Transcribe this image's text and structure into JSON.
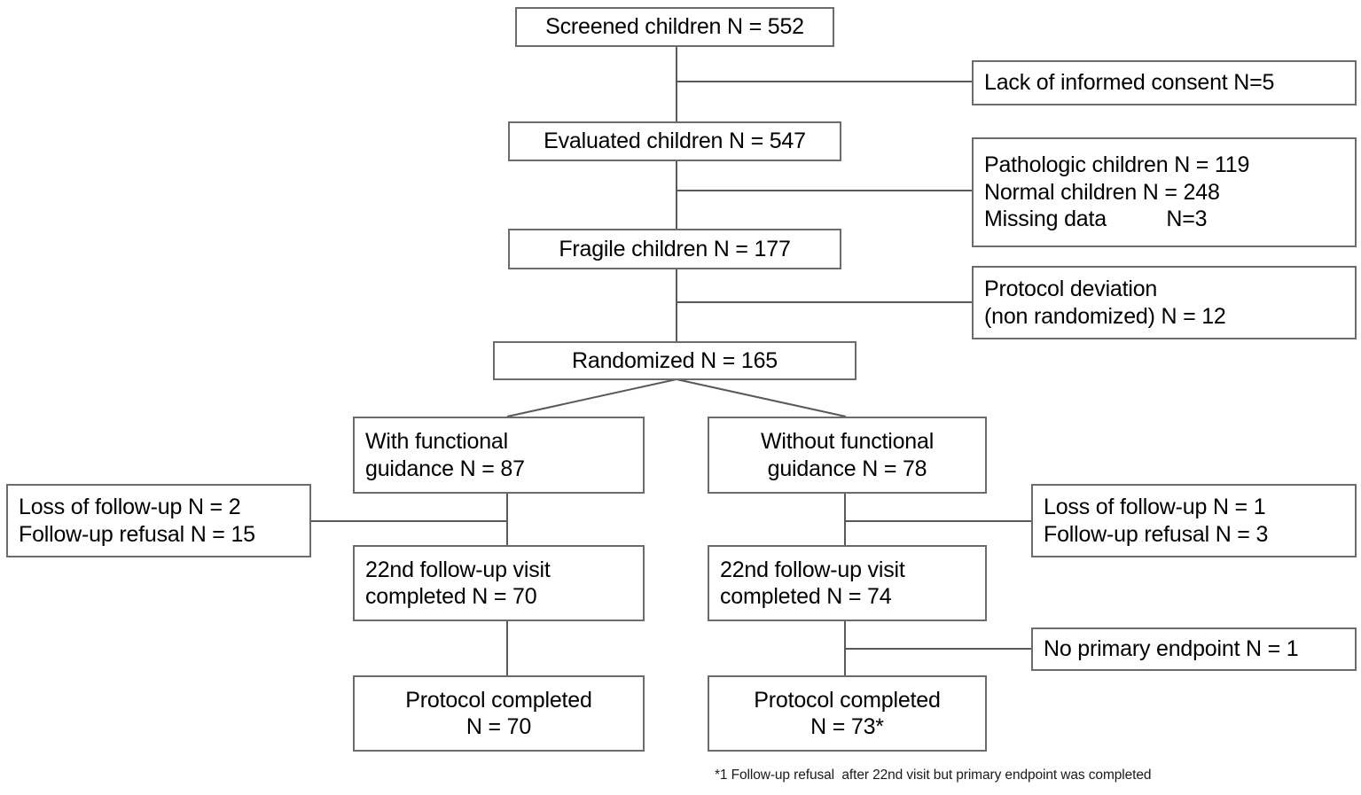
{
  "diagram": {
    "title": "CONSORT participant flow diagram",
    "stroke_color": "#595959",
    "box_border_color": "#6b6b6b",
    "background_color": "#ffffff",
    "text_color": "#000000"
  },
  "nodes": {
    "screened": {
      "line1": "Screened children N = 552"
    },
    "lack_consent": {
      "line1": "Lack of informed consent N=5"
    },
    "evaluated": {
      "line1": "Evaluated children N = 547"
    },
    "excluded": {
      "line1": "Pathologic children N = 119",
      "line2": "Normal children N = 248",
      "line3": "Missing data          N=3"
    },
    "fragile": {
      "line1": "Fragile children N = 177"
    },
    "protocol_deviation": {
      "line1": "Protocol deviation",
      "line2": "(non randomized) N = 12"
    },
    "randomized": {
      "line1": "Randomized N = 165"
    },
    "with_guidance": {
      "line1": "With functional",
      "line2": "guidance N = 87"
    },
    "without_guidance": {
      "line1": "Without functional",
      "line2": "guidance N = 78"
    },
    "left_losses": {
      "line1": "Loss of follow-up N = 2",
      "line2": "Follow-up refusal N = 15"
    },
    "right_losses": {
      "line1": "Loss of follow-up N = 1",
      "line2": "Follow-up refusal N = 3"
    },
    "left_visit22": {
      "line1": "22nd follow-up visit",
      "line2": "completed N = 70"
    },
    "right_visit22": {
      "line1": "22nd follow-up visit",
      "line2": "completed N = 74"
    },
    "no_primary_endpoint": {
      "line1": "No primary endpoint N = 1"
    },
    "left_protocol_completed": {
      "line1": "Protocol completed",
      "line2": "N = 70"
    },
    "right_protocol_completed": {
      "line1": "Protocol completed",
      "line2": "N = 73*"
    }
  },
  "footnote": {
    "text": "*1 Follow-up refusal  after 22nd visit but primary endpoint was completed"
  },
  "chart_data": {
    "type": "diagram",
    "title": "CONSORT participant flow diagram",
    "stages": [
      {
        "id": "screened",
        "label": "Screened children",
        "n": 552
      },
      {
        "id": "lack_consent",
        "label": "Lack of informed consent",
        "n": 5,
        "kind": "exclusion"
      },
      {
        "id": "evaluated",
        "label": "Evaluated children",
        "n": 547
      },
      {
        "id": "pathologic",
        "label": "Pathologic children",
        "n": 119,
        "kind": "exclusion"
      },
      {
        "id": "normal",
        "label": "Normal children",
        "n": 248,
        "kind": "exclusion"
      },
      {
        "id": "missing",
        "label": "Missing data",
        "n": 3,
        "kind": "exclusion"
      },
      {
        "id": "fragile",
        "label": "Fragile children",
        "n": 177
      },
      {
        "id": "protocol_deviation",
        "label": "Protocol deviation (non randomized)",
        "n": 12,
        "kind": "exclusion"
      },
      {
        "id": "randomized",
        "label": "Randomized",
        "n": 165
      },
      {
        "id": "with_guidance",
        "label": "With functional guidance",
        "n": 87,
        "arm": "left"
      },
      {
        "id": "without_guidance",
        "label": "Without functional guidance",
        "n": 78,
        "arm": "right"
      },
      {
        "id": "left_loss_followup",
        "label": "Loss of follow-up",
        "n": 2,
        "arm": "left",
        "kind": "exclusion"
      },
      {
        "id": "left_refusal",
        "label": "Follow-up refusal",
        "n": 15,
        "arm": "left",
        "kind": "exclusion"
      },
      {
        "id": "right_loss_followup",
        "label": "Loss of follow-up",
        "n": 1,
        "arm": "right",
        "kind": "exclusion"
      },
      {
        "id": "right_refusal",
        "label": "Follow-up refusal",
        "n": 3,
        "arm": "right",
        "kind": "exclusion"
      },
      {
        "id": "left_visit22",
        "label": "22nd follow-up visit completed",
        "n": 70,
        "arm": "left"
      },
      {
        "id": "right_visit22",
        "label": "22nd follow-up visit completed",
        "n": 74,
        "arm": "right"
      },
      {
        "id": "no_primary_endpoint",
        "label": "No primary endpoint",
        "n": 1,
        "arm": "right",
        "kind": "exclusion"
      },
      {
        "id": "left_protocol_completed",
        "label": "Protocol completed",
        "n": 70,
        "arm": "left"
      },
      {
        "id": "right_protocol_completed",
        "label": "Protocol completed",
        "n": 73,
        "arm": "right",
        "note": "*"
      }
    ],
    "footnote": "*1 Follow-up refusal  after 22nd visit but primary endpoint was completed"
  }
}
